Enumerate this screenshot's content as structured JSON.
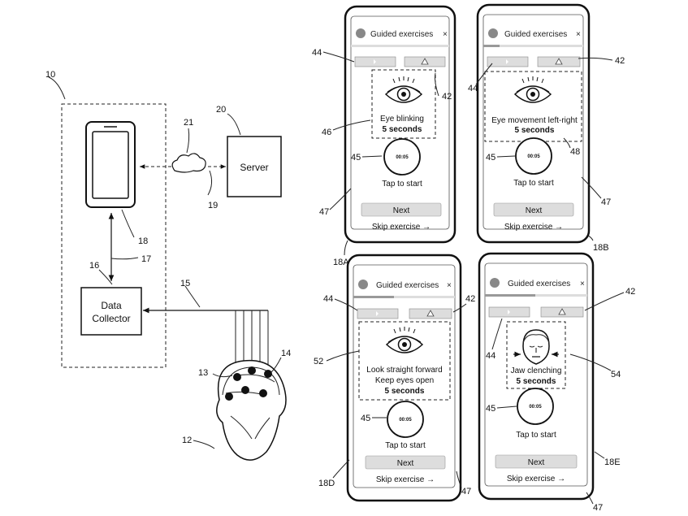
{
  "refs": {
    "system": "10",
    "head": "12",
    "electrode": "13",
    "headset": "14",
    "cable": "15",
    "collector_ref": "16",
    "link17": "17",
    "device": "18",
    "link19": "19",
    "server_ref": "20",
    "cloud": "21",
    "screen_a": "18A",
    "screen_b": "18B",
    "screen_d": "18D",
    "screen_e": "18E",
    "r42": "42",
    "r44": "44",
    "r45": "45",
    "r46": "46",
    "r47": "47",
    "r48": "48",
    "r52": "52",
    "r54": "54"
  },
  "server": {
    "label": "Server"
  },
  "collector": {
    "line1": "Data",
    "line2": "Collector"
  },
  "app": {
    "title": "Guided exercises",
    "close": "×",
    "timer": "00:05",
    "tap": "Tap to start",
    "next": "Next",
    "skip": "Skip exercise →"
  },
  "screens": {
    "a": {
      "line1": "Eye blinking",
      "duration": "5 seconds"
    },
    "b": {
      "line1": "Eye movement left-right",
      "duration": "5 seconds"
    },
    "d": {
      "line1": "Look straight forward",
      "line2": "Keep eyes open",
      "duration": "5 seconds"
    },
    "e": {
      "line1": "Jaw clenching",
      "duration": "5 seconds"
    }
  }
}
